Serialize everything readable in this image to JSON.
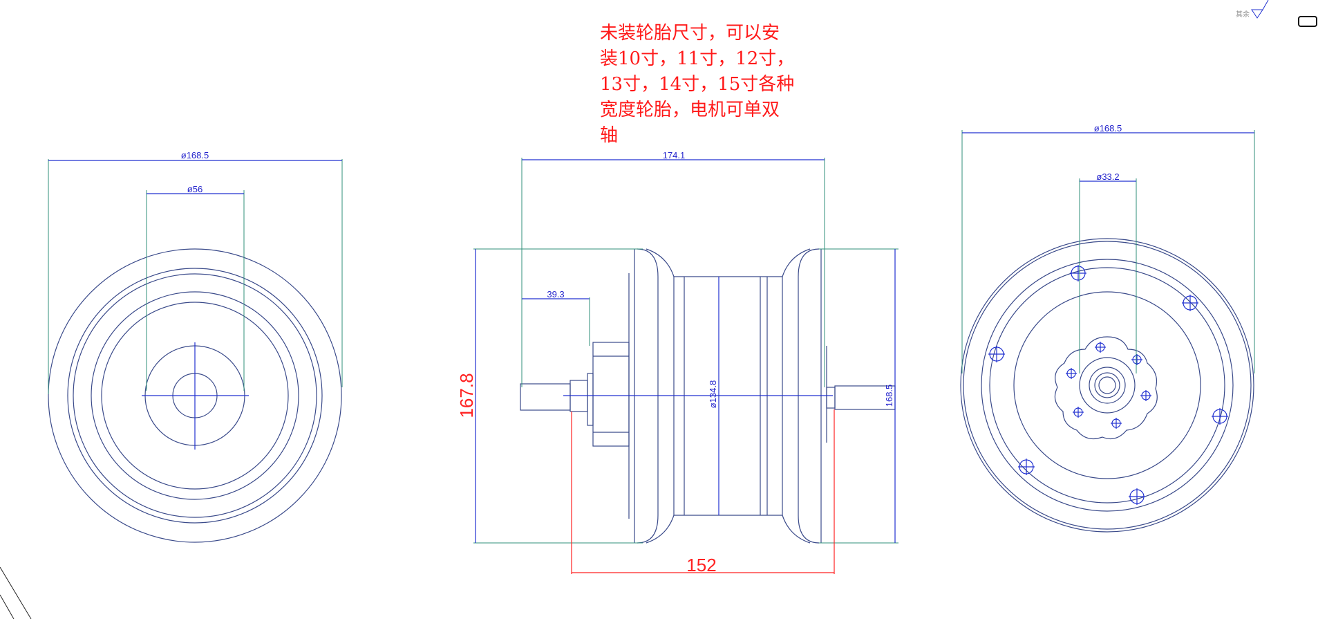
{
  "note": "未装轮胎尺寸，可以安\n装10寸，11寸，12寸，\n13寸，14寸，15寸各种\n宽度轮胎，电机可单双\n轴",
  "corner_text": "其余",
  "dims": {
    "left_outer": "ø168.5",
    "left_inner": "ø56",
    "mid_width": "174.1",
    "mid_shaft": "39.3",
    "mid_height_red": "167.8",
    "mid_inner_dia": "ø134.8",
    "mid_right_height": "168.5",
    "mid_bottom_red": "152",
    "right_outer": "ø168.5",
    "right_inner": "ø33.2"
  }
}
